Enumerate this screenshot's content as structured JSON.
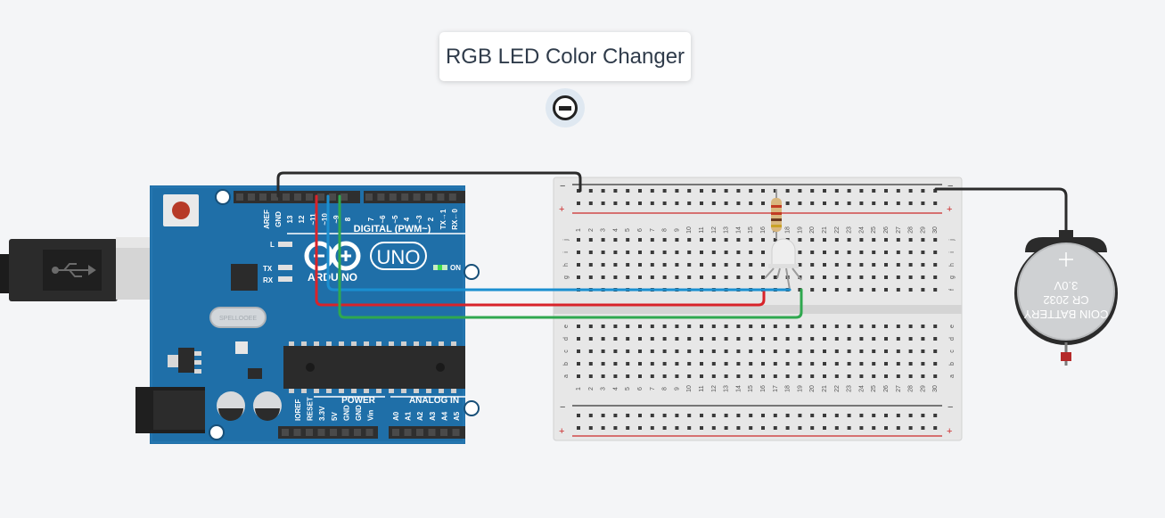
{
  "title": "RGB LED Color Changer",
  "arduino": {
    "model": "UNO",
    "brand": "ARDUINO",
    "digital_label": "DIGITAL (PWM~)",
    "power_label": "POWER",
    "analog_label": "ANALOG IN",
    "on_label": "ON",
    "l_label": "L",
    "tx_label": "TX",
    "rx_label": "RX",
    "crystal_label": "SPELLOOEE",
    "digital_pins": [
      "AREF",
      "GND",
      "13",
      "12",
      "~11",
      "~10",
      "~9",
      "8",
      "7",
      "~6",
      "~5",
      "4",
      "~3",
      "2",
      "TX→1",
      "RX←0"
    ],
    "power_pins": [
      "IOREF",
      "RESET",
      "3.3V",
      "5V",
      "GND",
      "GND",
      "Vin"
    ],
    "analog_pins": [
      "A0",
      "A1",
      "A2",
      "A3",
      "A4",
      "A5"
    ],
    "board_color": "#1f6fa8"
  },
  "breadboard": {
    "columns": [
      "1",
      "2",
      "3",
      "4",
      "5",
      "6",
      "7",
      "8",
      "9",
      "10",
      "11",
      "12",
      "13",
      "14",
      "15",
      "16",
      "17",
      "18",
      "19",
      "20",
      "21",
      "22",
      "23",
      "24",
      "25",
      "26",
      "27",
      "28",
      "29",
      "30"
    ],
    "rows_top": [
      "j",
      "i",
      "h",
      "g",
      "f"
    ],
    "rows_bottom": [
      "e",
      "d",
      "c",
      "b",
      "a"
    ],
    "rail_minus": "−",
    "rail_plus": "+"
  },
  "battery": {
    "line1": "COIN BATTERY",
    "line2": "CR 2032",
    "line3": "3.0V"
  },
  "wires": {
    "red_color": "#d8232a",
    "green_color": "#2fa84f",
    "blue_color": "#1a8fd0",
    "black_color": "#2b2b2b"
  }
}
